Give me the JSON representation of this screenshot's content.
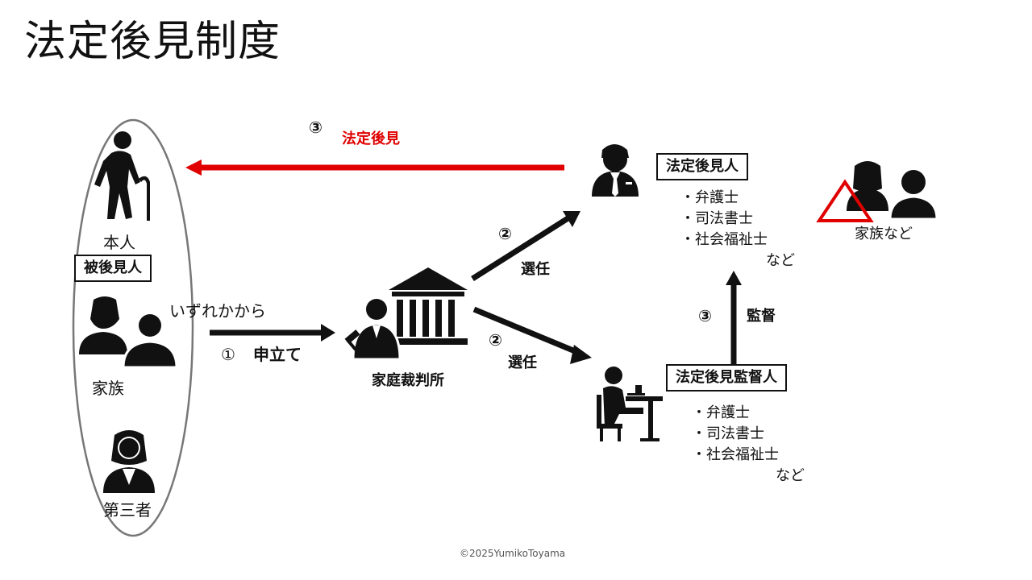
{
  "slide": {
    "title": "法定後見制度",
    "copyright": "©2025YumikoToyama"
  },
  "applicants": {
    "honnin": "本人",
    "hikoukennin": "被後見人",
    "kazoku": "家族",
    "daisansha": "第三者",
    "note": "いずれかから"
  },
  "steps": {
    "s1_num": "①",
    "s1_label": "申立て",
    "s2_num": "②",
    "s2_label": "選任",
    "s3_num": "③",
    "s3_kansatsu": "監督",
    "s3_koken": "法定後見"
  },
  "court": {
    "label": "家庭裁判所"
  },
  "guardian": {
    "title": "法定後見人",
    "items": [
      "・弁護士",
      "・司法書士",
      "・社会福祉士"
    ],
    "tail": "など"
  },
  "supervisor": {
    "title": "法定後見監督人",
    "items": [
      "・弁護士",
      "・司法書士",
      "・社会福祉士"
    ],
    "tail": "など"
  },
  "family_warning": {
    "label": "家族など"
  },
  "colors": {
    "accent_red": "#e00000",
    "ink": "#111111",
    "ellipse": "#777777"
  }
}
